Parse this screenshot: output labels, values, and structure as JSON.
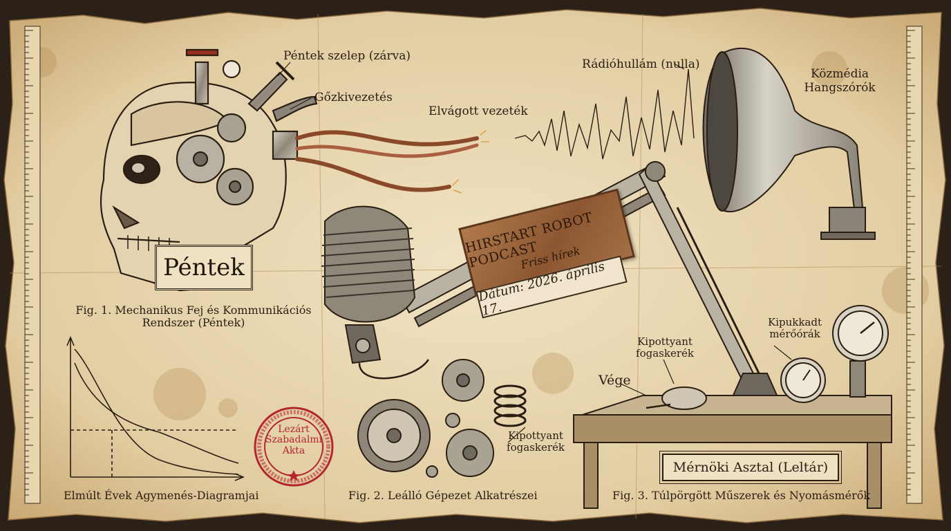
{
  "labels": {
    "head_title": "Péntek",
    "valve": "Péntek szelep (zárva)",
    "steam": "Gőzkivezetés",
    "cut_wire": "Elvágott vezeték",
    "radio_wave": "Rádióhullám (nulla)",
    "speakers_line1": "Közmédia",
    "speakers_line2": "Hangszórók",
    "gear_top_line1": "Kipottyant",
    "gear_top_line2": "fogaskerék",
    "gear_bottom_line1": "Kipottyant",
    "gear_bottom_line2": "fogaskerék",
    "gauges_line1": "Kipukkadt",
    "gauges_line2": "mérőórák",
    "end": "Vége",
    "desk": "Mérnöki Asztal (Leltár)"
  },
  "plaque": {
    "title": "HIRSTART ROBOT PODCAST",
    "subtitle": "Friss hírek",
    "date": "Dátum: 2026. április 17."
  },
  "captions": {
    "fig1_line1": "Fig. 1. Mechanikus Fej és Kommunikációs",
    "fig1_line2": "Rendszer (Péntek)",
    "graph": "Elmúlt Évek Agymenés-Diagramjai",
    "fig2": "Fig. 2. Leálló Gépezet Alkatrészei",
    "fig3": "Fig. 3. Túlpörgött Műszerek és Nyomásmérők"
  },
  "stamp": {
    "line1": "Lezárt",
    "line2": "Szabadalmi",
    "line3": "Akta"
  },
  "colors": {
    "paper": "#ead9b6",
    "ink": "#2a1d12",
    "copper": "#9a5a35",
    "stamp_red": "#b3262b"
  }
}
